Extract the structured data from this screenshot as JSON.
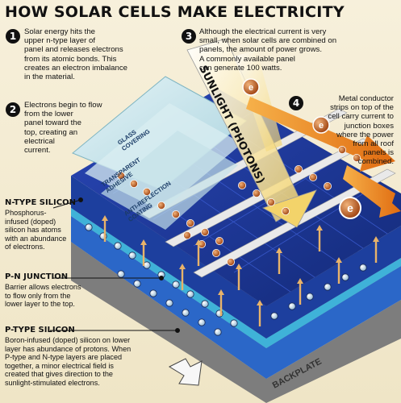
{
  "title": "HOW SOLAR CELLS MAKE ELECTRICITY",
  "steps": [
    {
      "number": "1",
      "text": "Solar energy hits the\nupper n-type layer of\npanel and releases electrons\nfrom its atomic bonds. This\ncreates an electron imbalance\nin the material."
    },
    {
      "number": "2",
      "text": "Electrons begin to flow\nfrom the lower\npanel toward the\ntop, creating an\nelectrical\ncurrent."
    },
    {
      "number": "3",
      "text": "Although the electrical current is very\nsmall, when solar cells are combined on\npanels, the amount of power grows.\nA commonly available panel\ncan generate 100 watts."
    },
    {
      "number": "4",
      "text": "Metal conductor\nstrips on top of the\ncell carry current to\njunction boxes\nwhere the power\nfrom  all roof\npanels is\ncombined."
    }
  ],
  "layers": {
    "glass": "GLASS\nCOVERING",
    "adhesive": "TRANSPARENT\nADHESIVE",
    "antireflection": "ANTI-REFLECTION\nCOATING",
    "sunlight": "SUNLIGHT (PHOTONS)",
    "backplate": "BACKPLATE",
    "electron": "e"
  },
  "sections": [
    {
      "title": "N-TYPE SILICON",
      "text": "Phosphorus-\ninfused (doped)\nsilicon has atoms\nwith an abundance\nof electrons."
    },
    {
      "title": "P-N JUNCTION",
      "text": "Barrier allows electrons\nto flow only from the\nlower layer to the top."
    },
    {
      "title": "P-TYPE SILICON",
      "text": "Boron-infused (doped) silicon on lower\nlayer has abundance of protons. When\nP-type and N-type layers are placed\ntogether, a minor electrical field is\ncreated that gives direction to the\nsunlight-stimulated electrons."
    }
  ],
  "colors": {
    "background": "#f2ead2",
    "n_type": "#1d3f9e",
    "p_type": "#2b67c8",
    "junction": "#3fb2d8",
    "cells": "#1b2f86",
    "glass": "#cfe8ef",
    "strip": "#e8e8e8",
    "arrow_orange": "#f08a1c",
    "electron": "#c8641a",
    "backplate": "#8c8c8c"
  }
}
